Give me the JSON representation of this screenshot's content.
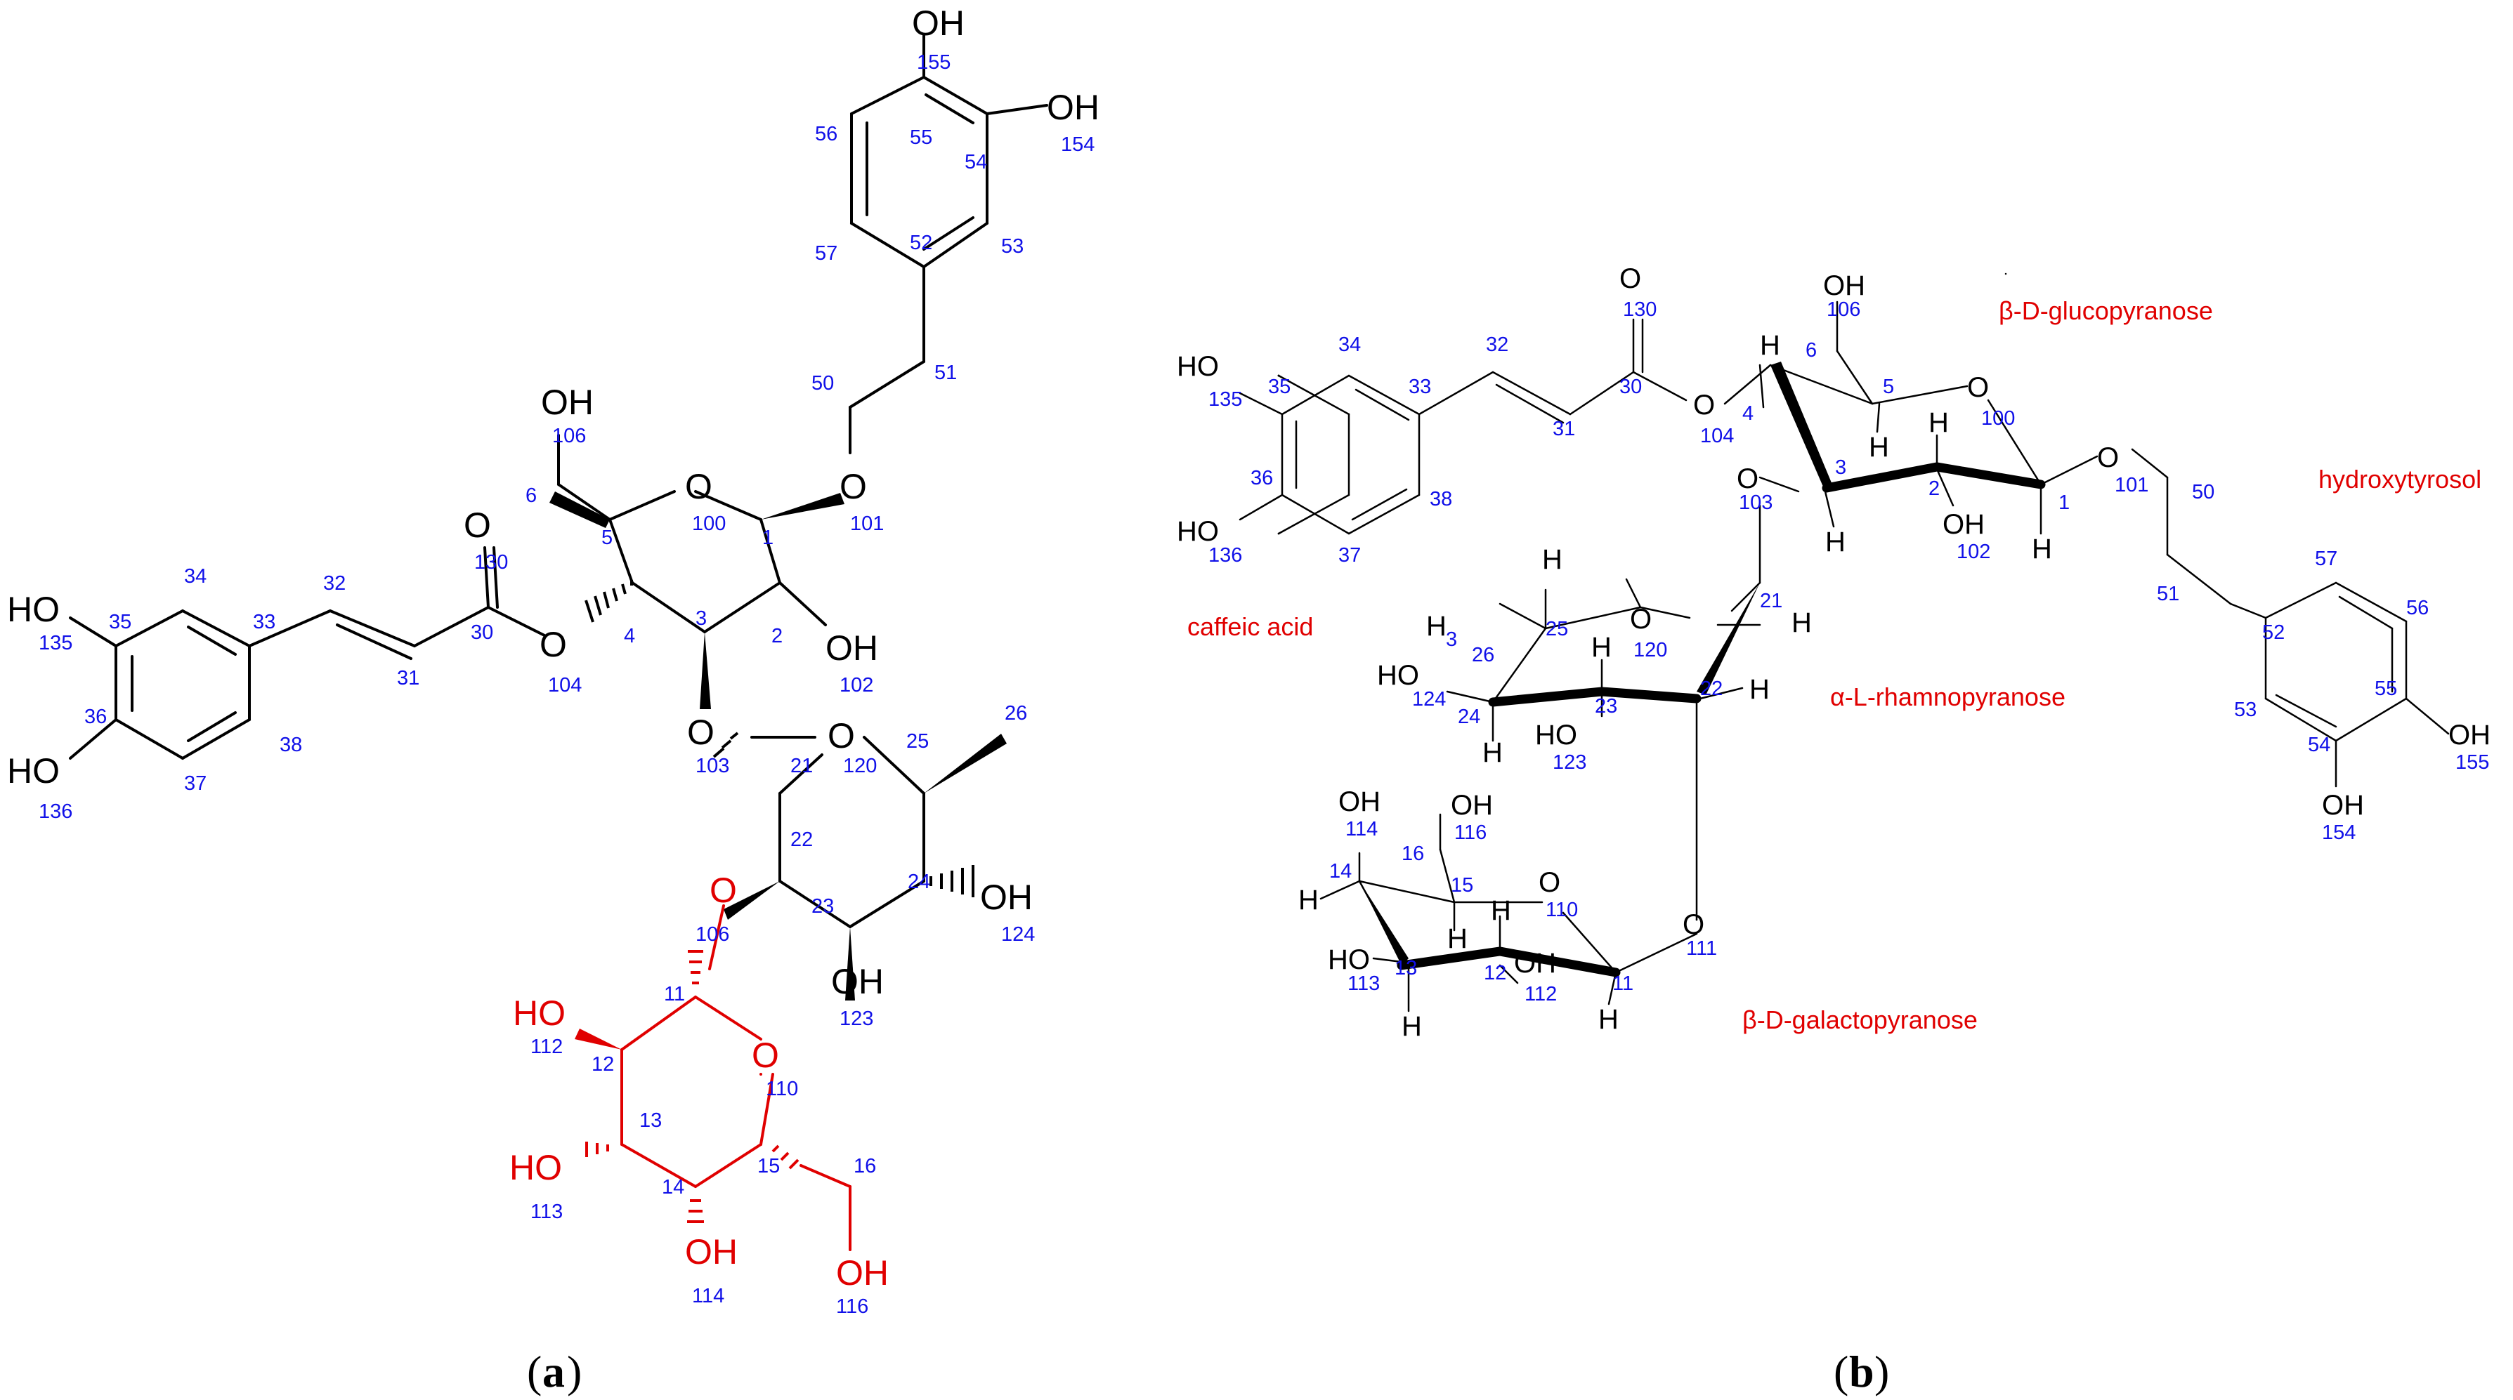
{
  "panel_a": {
    "label_open": "(",
    "label_letter": "a",
    "label_close": ")",
    "atoms": {
      "oh155": "OH",
      "oh154": "OH",
      "oh106": "OH",
      "o130": "O",
      "ho135": "HO",
      "ho136": "HO",
      "o100": "O",
      "o101": "O",
      "o104": "O",
      "o103": "O",
      "oh102": "OH",
      "o120": "O",
      "oh124": "OH",
      "oh123": "OH",
      "o106red": "O",
      "o110": "O",
      "ho112": "HO",
      "ho113": "HO",
      "oh114": "OH",
      "oh116": "OH"
    },
    "numbers": {
      "n155": "155",
      "n154": "154",
      "n56": "56",
      "n55": "55",
      "n54": "54",
      "n57": "57",
      "n52": "52",
      "n53": "53",
      "n50": "50",
      "n51": "51",
      "n106": "106",
      "n6": "6",
      "n5": "5",
      "n100": "100",
      "n1": "1",
      "n101": "101",
      "n130": "130",
      "n32": "32",
      "n34": "34",
      "n35": "35",
      "n33": "33",
      "n135": "135",
      "n36": "36",
      "n136": "136",
      "n37": "37",
      "n38": "38",
      "n31": "31",
      "n30": "30",
      "n104": "104",
      "n4": "4",
      "n3": "3",
      "n2": "2",
      "n102": "102",
      "n103": "103",
      "n21": "21",
      "n120": "120",
      "n25": "25",
      "n26": "26",
      "n22": "22",
      "n23": "23",
      "n24": "24",
      "n124": "124",
      "n123": "123",
      "n106b": "106",
      "n11": "11",
      "n110": "110",
      "n112": "112",
      "n12": "12",
      "n13": "13",
      "n113": "113",
      "n14": "14",
      "n15": "15",
      "n16": "16",
      "n114": "114",
      "n116": "116"
    }
  },
  "panel_b": {
    "label_open": "(",
    "label_letter": "b",
    "label_close": ")",
    "units": {
      "caffeic": "caffeic acid",
      "glucose": "β-D-glucopyranose",
      "hydroxytyrosol": "hydroxytyrosol",
      "rhamnose": "α-L-rhamnopyranose",
      "galactose": "β-D-galactopyranose"
    },
    "atoms": {
      "o130": "O",
      "oh106": "OH",
      "ho135": "HO",
      "ho136": "HO",
      "h4": "H",
      "o104": "O",
      "o100": "O",
      "o101": "O",
      "h5": "H",
      "h2": "H",
      "o103": "O",
      "h3": "H",
      "oh102": "OH",
      "h1": "H",
      "h25": "H",
      "h3_26": "H",
      "sub3": "3",
      "o120": "O",
      "h21": "H",
      "ho124": "HO",
      "h23": "H",
      "h22": "H",
      "h24": "H",
      "ho123": "HO",
      "oh114": "OH",
      "oh116": "OH",
      "h14": "H",
      "o110": "O",
      "h15": "H",
      "h12": "H",
      "ho113": "HO",
      "oh112": "OH",
      "o111": "O",
      "h13": "H",
      "h11": "H",
      "oh155": "OH",
      "oh154": "OH"
    },
    "numbers": {
      "n130": "130",
      "n106": "106",
      "n6": "6",
      "n34": "34",
      "n32": "32",
      "n35": "35",
      "n33": "33",
      "n135": "135",
      "n30": "30",
      "n4": "4",
      "n5": "5",
      "n100": "100",
      "n31": "31",
      "n104": "104",
      "n36": "36",
      "n38": "38",
      "n3": "3",
      "n2": "2",
      "n1": "1",
      "n101": "101",
      "n50": "50",
      "n136": "136",
      "n37": "37",
      "n103": "103",
      "n102": "102",
      "n21": "21",
      "n25": "25",
      "n26": "26",
      "n120": "120",
      "n22": "22",
      "n23": "23",
      "n124": "124",
      "n24": "24",
      "n123": "123",
      "n57": "57",
      "n56": "56",
      "n51": "51",
      "n52": "52",
      "n53": "53",
      "n55": "55",
      "n54": "54",
      "n155": "155",
      "n154": "154",
      "n114": "114",
      "n116": "116",
      "n16": "16",
      "n14": "14",
      "n15": "15",
      "n110": "110",
      "n113": "113",
      "n13": "13",
      "n12": "12",
      "n112": "112",
      "n11": "11",
      "n111": "111"
    }
  }
}
